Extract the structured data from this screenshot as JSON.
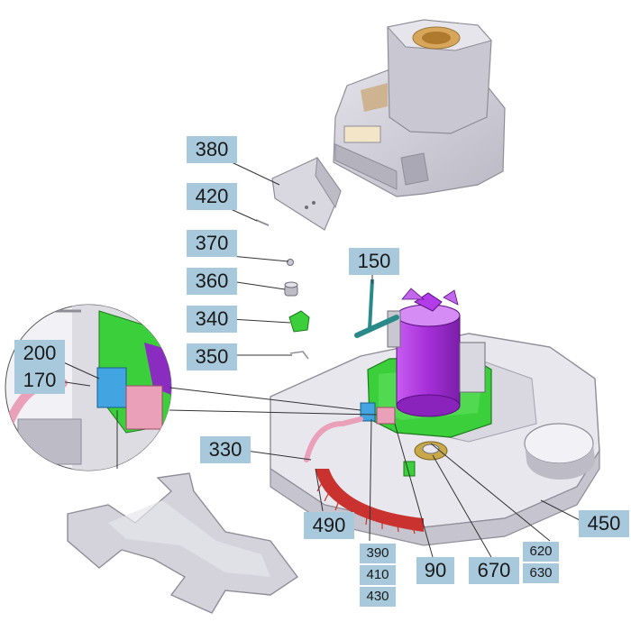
{
  "callouts": {
    "c380": "380",
    "c420": "420",
    "c370": "370",
    "c360": "360",
    "c340": "340",
    "c350": "350",
    "c150": "150",
    "c200": "200",
    "c170": "170",
    "c330": "330",
    "c490": "490",
    "c390": "390",
    "c410": "410",
    "c430": "430",
    "c90": "90",
    "c670": "670",
    "c620": "620",
    "c630": "630",
    "c450": "450"
  },
  "colors": {
    "callout_bg": "#a8c8dc",
    "housing_gray": "#d4d3db",
    "motor_purple": "#b23ce8",
    "bracket_green": "#3ccf3c",
    "brush_red": "#c9322e",
    "connector_blue": "#42a4e0",
    "connector_pink": "#e9a0b8"
  }
}
